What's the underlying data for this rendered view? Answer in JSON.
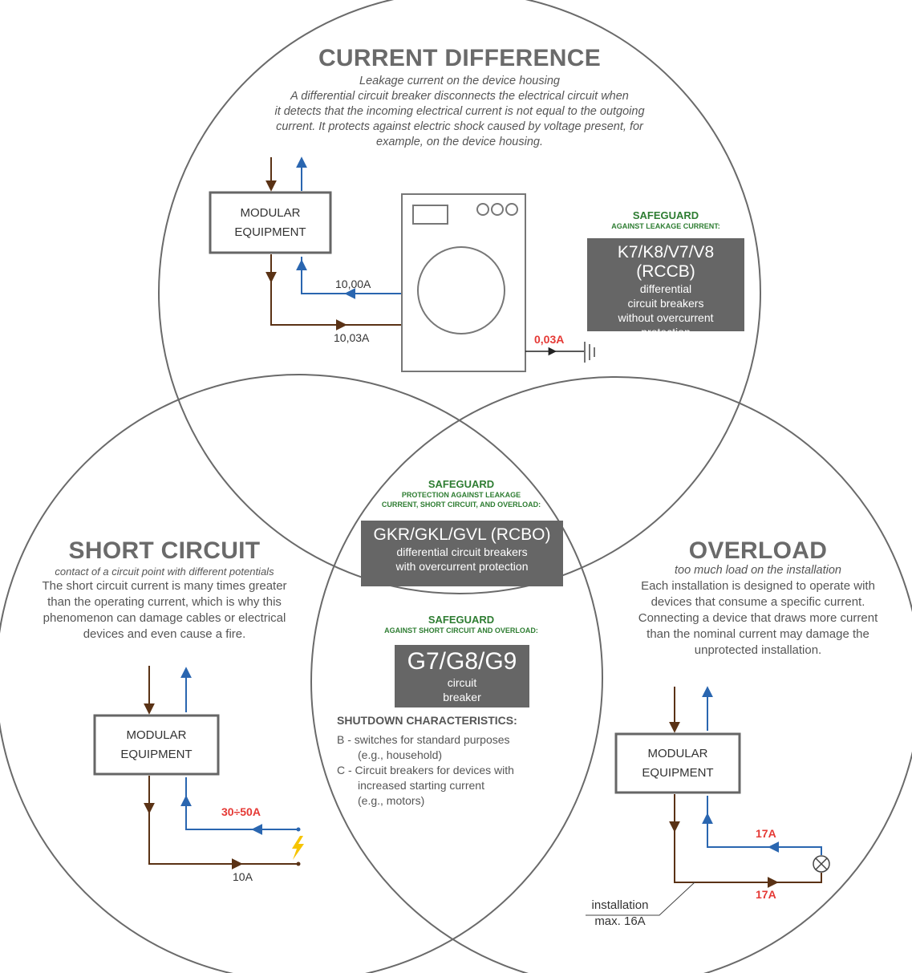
{
  "current_difference": {
    "title": "CURRENT DIFFERENCE",
    "subtitle": "Leakage current on the device housing",
    "description_lines": [
      "A differential circuit breaker disconnects the electrical circuit when",
      "it detects that the incoming electrical current is not equal to the outgoing",
      "current. It protects against electric shock caused by voltage present, for",
      "example, on the device housing."
    ],
    "box_label_1": "MODULAR",
    "box_label_2": "EQUIPMENT",
    "amp_in": "10,00A",
    "amp_out": "10,03A",
    "leak": "0,03A",
    "safeguard_title": "SAFEGUARD",
    "safeguard_sub": "AGAINST LEAKAGE CURRENT:",
    "product": "K7/K8/V7/V8 (RCCB)",
    "product_desc": [
      "differential",
      "circuit breakers",
      "without overcurrent",
      "protection"
    ]
  },
  "center": {
    "safeguard_title": "SAFEGUARD",
    "safeguard_sub_1": "PROTECTION AGAINST LEAKAGE",
    "safeguard_sub_2": "CURRENT, SHORT CIRCUIT, AND OVERLOAD:",
    "product": "GKR/GKL/GVL (RCBO)",
    "product_desc": [
      "differential circuit breakers",
      "with overcurrent protection"
    ]
  },
  "breaker": {
    "safeguard_title": "SAFEGUARD",
    "safeguard_sub": "AGAINST SHORT CIRCUIT AND OVERLOAD:",
    "product": "G7/G8/G9",
    "product_desc": [
      "circuit",
      "breaker"
    ],
    "shutdown_title": "SHUTDOWN CHARACTERISTICS:",
    "b_line1": "B - switches for standard purposes",
    "b_line2": "(e.g., household)",
    "c_line1": "C -  Circuit breakers for devices with",
    "c_line2": "increased starting current",
    "c_line3": "(e.g., motors)"
  },
  "short_circuit": {
    "title": "SHORT CIRCUIT",
    "subtitle": "contact of a circuit point with different potentials",
    "description_lines": [
      "The short circuit current is many times greater",
      "than the operating current, which is why this",
      "phenomenon can damage cables or electrical",
      "devices and even cause a fire."
    ],
    "box_label_1": "MODULAR",
    "box_label_2": "EQUIPMENT",
    "amp_short": "30÷50A",
    "amp_normal": "10A"
  },
  "overload": {
    "title": "OVERLOAD",
    "subtitle": "too much load on the installation",
    "description_lines": [
      "Each installation is designed to operate with",
      "devices that consume a specific current.",
      "Connecting a device that draws more current",
      "than the nominal current may damage the",
      "unprotected installation."
    ],
    "box_label_1": "MODULAR",
    "box_label_2": "EQUIPMENT",
    "amp_top": "17A",
    "amp_bottom": "17A",
    "install_1": "installation",
    "install_2": "max. 16A"
  },
  "colors": {
    "brown": "#5a3215",
    "blue": "#2a66b0",
    "green": "#2e7d32",
    "red": "#e53935",
    "dark_box": "#666666",
    "circle": "#6a6a6a"
  }
}
